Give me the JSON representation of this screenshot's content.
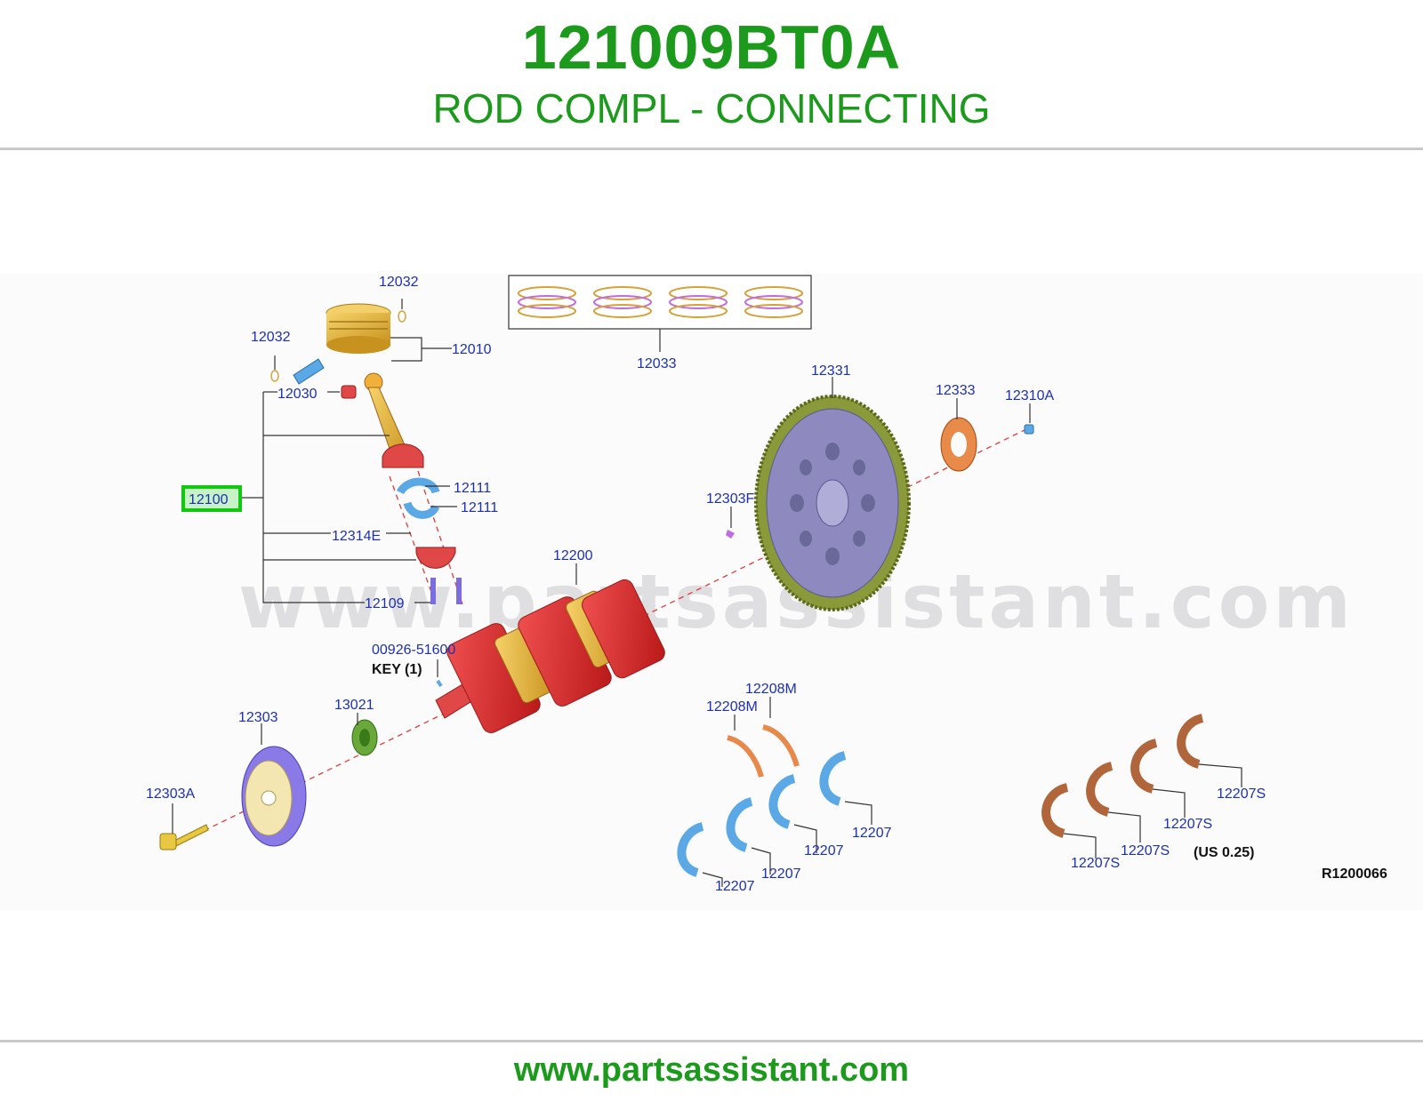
{
  "header": {
    "part_number": "121009BT0A",
    "part_name": "ROD COMPL - CONNECTING"
  },
  "diagram": {
    "watermark": "www.partsassistant.com",
    "reference": "R1200066",
    "selected_label": "12100",
    "labels": {
      "l12032a": "12032",
      "l12032b": "12032",
      "l12010": "12010",
      "l12033": "12033",
      "l12030": "12030",
      "l12111a": "12111",
      "l12111b": "12111",
      "l12314E": "12314E",
      "l12109": "12109",
      "l12200": "12200",
      "l0092651600": "00926-51600",
      "key": "KEY (1)",
      "l12331": "12331",
      "l12333": "12333",
      "l12310A": "12310A",
      "l12303F": "12303F",
      "l12303": "12303",
      "l13021": "13021",
      "l12303A": "12303A",
      "l12208Ma": "12208M",
      "l12208Mb": "12208M",
      "l12207a": "12207",
      "l12207b": "12207",
      "l12207c": "12207",
      "l12207d": "12207",
      "l12207Sa": "12207S",
      "l12207Sb": "12207S",
      "l12207Sc": "12207S",
      "l12207Sd": "12207S",
      "us025": "(US 0.25)"
    }
  },
  "colors": {
    "brand_green": "#1b9a1b",
    "callout_blue": "#1c2fb8",
    "highlight_green": "#11c811"
  },
  "footer": {
    "url": "www.partsassistant.com"
  }
}
